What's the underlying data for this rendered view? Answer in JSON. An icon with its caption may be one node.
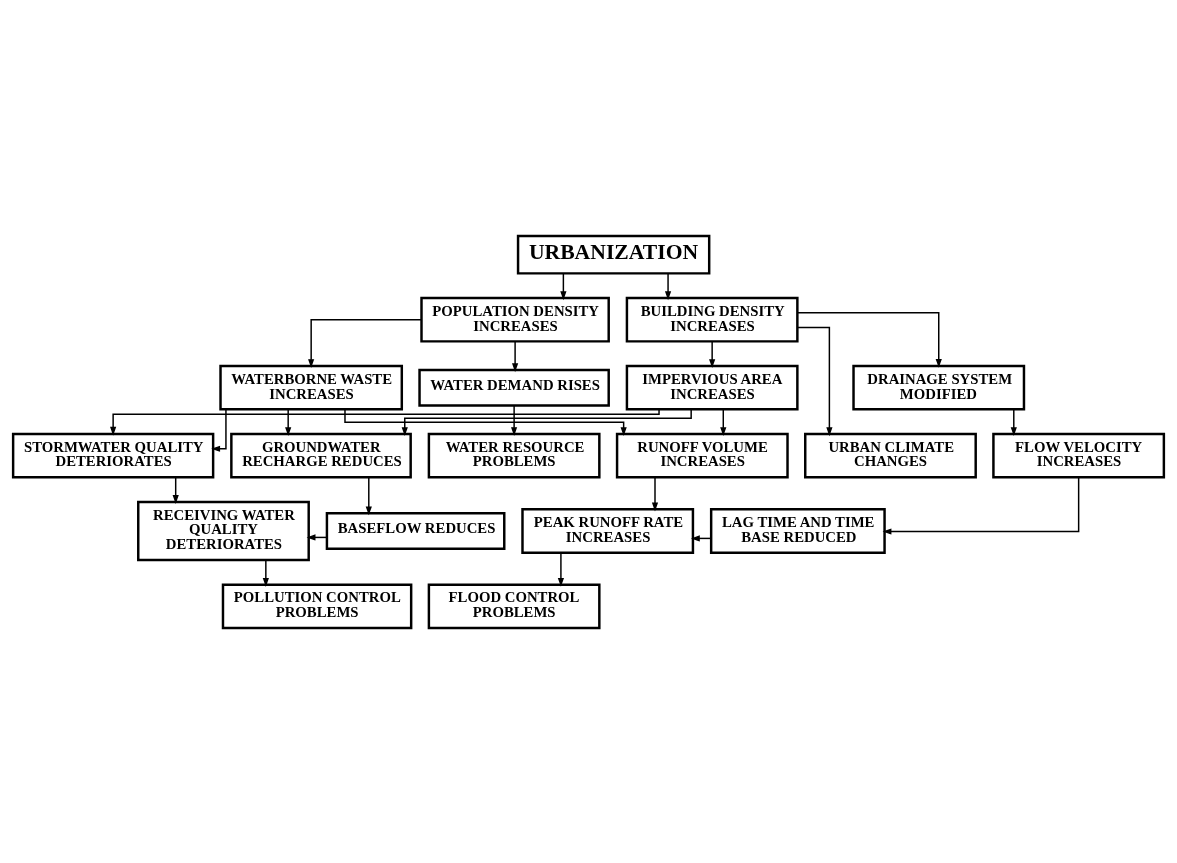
{
  "diagram": {
    "nodes": [
      {
        "text": [
          "URBANIZATION"
        ]
      },
      {
        "text": [
          "POPULATION DENSITY INCREASES"
        ]
      },
      {
        "text": [
          "BUILDING DENSITY INCREASES"
        ]
      },
      {
        "text": [
          "WATERBORNE WASTE INCREASES"
        ]
      },
      {
        "text": [
          "WATER DEMAND RISES"
        ]
      },
      {
        "text": [
          "IMPERVIOUS AREA INCREASES"
        ]
      },
      {
        "text": [
          "DRAINAGE SYSTEM MODIFIED"
        ]
      },
      {
        "text": [
          "WATER RESOURCE PROBLEMS"
        ]
      },
      {
        "text": [
          "URBAN CLIMATE CHANGES"
        ]
      },
      {
        "text": [
          "STORMWATER QUALITY DETERIORATES"
        ]
      },
      {
        "text": [
          "GROUNDWATER RECHARGE REDUCES"
        ]
      },
      {
        "text": [
          "RUNOFF VOLUME INCREASES"
        ]
      },
      {
        "text": [
          "FLOW VELOCITY INCREASES"
        ]
      },
      {
        "text": [
          "RECEIVING WATER QUALITY DETERIORATES"
        ]
      },
      {
        "text": [
          "BASEFLOW REDUCES"
        ]
      },
      {
        "text": [
          "PEAK RUNOFF RATE INCREASES"
        ]
      },
      {
        "text": [
          "LAG TIME AND TIME BASE REDUCED"
        ]
      },
      {
        "text": [
          "POLLUTION CONTROL PROBLEMS"
        ]
      },
      {
        "text": [
          "FLOOD CONTROL PROBLEMS"
        ]
      }
    ],
    "edges": [
      {
        "from": 0,
        "to": 1,
        "arrow": "to"
      },
      {
        "from": 0,
        "to": 2,
        "arrow": "to"
      },
      {
        "from": 1,
        "to": 3,
        "arrow": "to"
      },
      {
        "from": 1,
        "to": 4,
        "arrow": "to"
      },
      {
        "from": 2,
        "to": 5,
        "arrow": "to"
      },
      {
        "from": 2,
        "to": 8,
        "arrow": "to"
      },
      {
        "from": 2,
        "to": 6,
        "arrow": "to"
      },
      {
        "from": 4,
        "to": 7,
        "arrow": "to"
      },
      {
        "from": 3,
        "to": 9,
        "arrow": "to"
      },
      {
        "from": 3,
        "to": 10,
        "arrow": "to"
      },
      {
        "from": 3,
        "to": 11,
        "arrow": "to"
      },
      {
        "from": 5,
        "to": 9,
        "arrow": "to"
      },
      {
        "from": 5,
        "to": 10,
        "arrow": "to"
      },
      {
        "from": 5,
        "to": 11,
        "arrow": "to"
      },
      {
        "from": 6,
        "to": 12,
        "arrow": "to"
      },
      {
        "from": 9,
        "to": 13,
        "arrow": "to"
      },
      {
        "from": 10,
        "to": 14,
        "arrow": "to"
      },
      {
        "from": 14,
        "to": 13,
        "arrow": "to"
      },
      {
        "from": 11,
        "to": 15,
        "arrow": "to"
      },
      {
        "from": 12,
        "to": 16,
        "arrow": "to"
      },
      {
        "from": 16,
        "to": 15,
        "arrow": "to"
      },
      {
        "from": 13,
        "to": 17,
        "arrow": "to"
      },
      {
        "from": 15,
        "to": 18,
        "arrow": "to"
      }
    ]
  }
}
